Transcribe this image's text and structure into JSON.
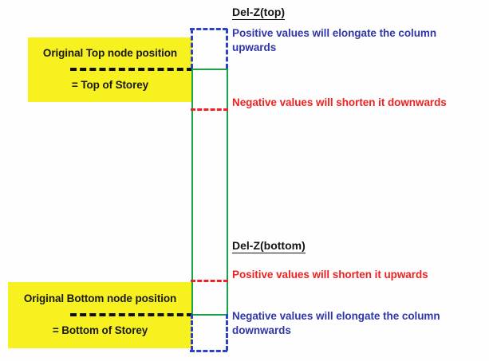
{
  "diagram": {
    "title_top": "Del-Z(top)",
    "title_bottom": "Del-Z(bottom)",
    "nodes": {
      "top": {
        "line1": "Original Top node position",
        "line2": "= Top of Storey"
      },
      "bottom": {
        "line1": "Original Bottom node position",
        "line2": "= Bottom of Storey"
      }
    },
    "annotations": {
      "top_positive": "Positive values will elongate the column upwards",
      "top_negative": "Negative values will shorten it downwards",
      "bottom_positive": "Positive values will shorten it upwards",
      "bottom_negative": "Negative values will elongate the column downwards"
    },
    "colors": {
      "highlight": "#f7f11f",
      "column": "#19a349",
      "extension": "#2b43c4",
      "reduction": "#ee2222",
      "node_line": "#111111",
      "text_blue": "#3037a8",
      "text_red": "#ee2222",
      "background": "#fefefe"
    }
  }
}
